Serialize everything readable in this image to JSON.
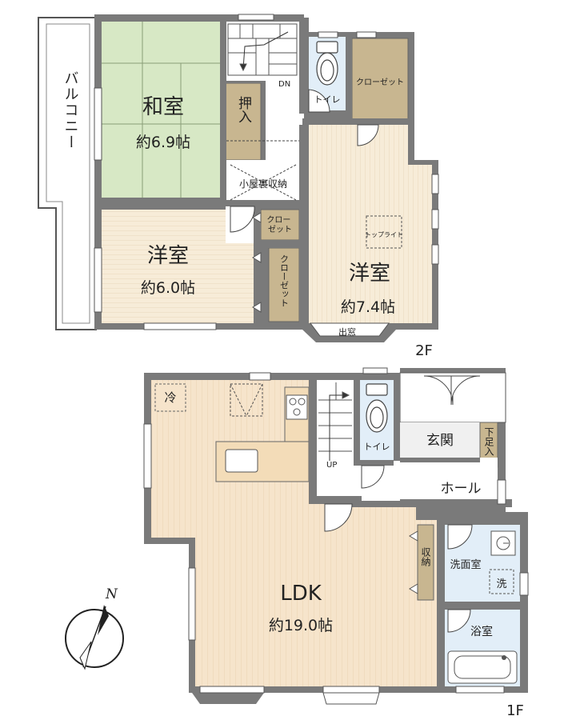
{
  "floors": {
    "upper": {
      "label": "2F",
      "rooms": {
        "balcony": "バルコニー",
        "washitsu_name": "和室",
        "washitsu_size": "約6.9帖",
        "oshiire": "押入",
        "toilet": "トイレ",
        "closet_top": "クローゼット",
        "attic": "小屋裏収納",
        "closet_small": "クロー\nゼット",
        "closet_tall": "クローゼット",
        "western_a_name": "洋室",
        "western_a_size": "約6.0帖",
        "western_b_name": "洋室",
        "western_b_size": "約7.4帖",
        "skylight": "トップライト",
        "bay_window": "出窓",
        "stairs_dir": "DN"
      }
    },
    "lower": {
      "label": "1F",
      "rooms": {
        "fridge": "冷",
        "toilet": "トイレ",
        "entrance": "玄関",
        "shoe_storage": "下足入",
        "hall": "ホール",
        "storage": "収納",
        "washroom": "洗面室",
        "washer": "洗",
        "bathroom": "浴室",
        "ldk_name": "LDK",
        "ldk_size": "約19.0帖",
        "stairs_dir": "UP"
      }
    }
  },
  "compass": {
    "north": "N"
  },
  "colors": {
    "wall": "#7a7a7a",
    "tatami": "#d7e8c5",
    "oshiire": "#c8b690",
    "western_floor": "#f6ebd6",
    "ldk_floor": "#f6e6cf",
    "wet_area": "#e2eef8",
    "closet": "#c8b690"
  }
}
